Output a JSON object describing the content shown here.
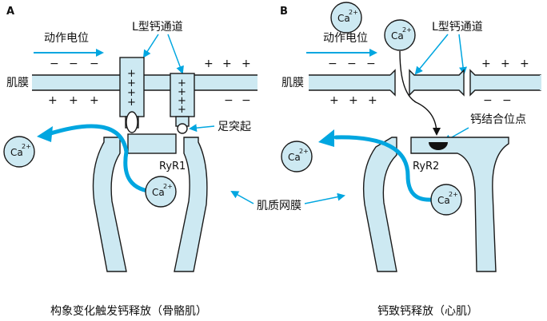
{
  "panel_a": {
    "letter": "A",
    "action_potential": "动作电位",
    "l_channel": "L型钙通道",
    "membrane": "肌膜",
    "foot": "足突起",
    "receptor": "RyR1",
    "charges_top": [
      "−",
      "−",
      "−",
      "+",
      "+",
      "+"
    ],
    "charges_bottom": [
      "+",
      "+",
      "+",
      "−",
      "−"
    ],
    "sensor_charges": [
      "+",
      "+",
      "+",
      "+"
    ],
    "caption": "构象变化触发钙释放（骨骼肌）"
  },
  "panel_b": {
    "letter": "B",
    "action_potential": "动作电位",
    "l_channel": "L型钙通道",
    "membrane": "肌膜",
    "binding_site": "钙结合位点",
    "receptor": "RyR2",
    "charges_top": [
      "−",
      "−",
      "−",
      "+",
      "+",
      "+"
    ],
    "charges_bottom": [
      "+",
      "+",
      "+",
      "−",
      "−"
    ],
    "caption": "钙致钙释放（心肌）"
  },
  "shared": {
    "sr_label": "肌质网膜"
  },
  "ion": {
    "base": "Ca",
    "charge": "2+"
  },
  "colors": {
    "membrane_fill": "#cde9f2",
    "outline": "#1a1a1a",
    "arrow_blue": "#00a6e0",
    "binding": "#111111"
  }
}
